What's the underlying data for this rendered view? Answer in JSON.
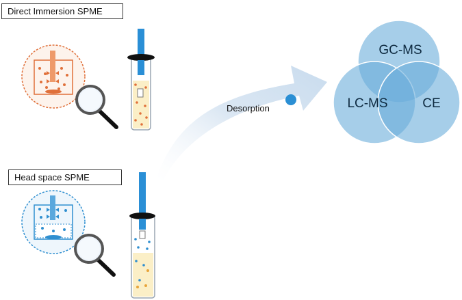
{
  "labels": {
    "direct_immersion": "Direct Immersion SPME",
    "head_space": "Head space SPME",
    "desorption": "Desorption"
  },
  "venn": {
    "circle1": "GC-MS",
    "circle2": "LC-MS",
    "circle3": "CE"
  },
  "colors": {
    "venn_fill": "#6aaddb",
    "arrow": "#d8e6f3",
    "di_accent": "#e0703a",
    "hs_accent": "#2f8fd0",
    "needle": "#2a8fd6",
    "liquid": "#fbefc7"
  }
}
